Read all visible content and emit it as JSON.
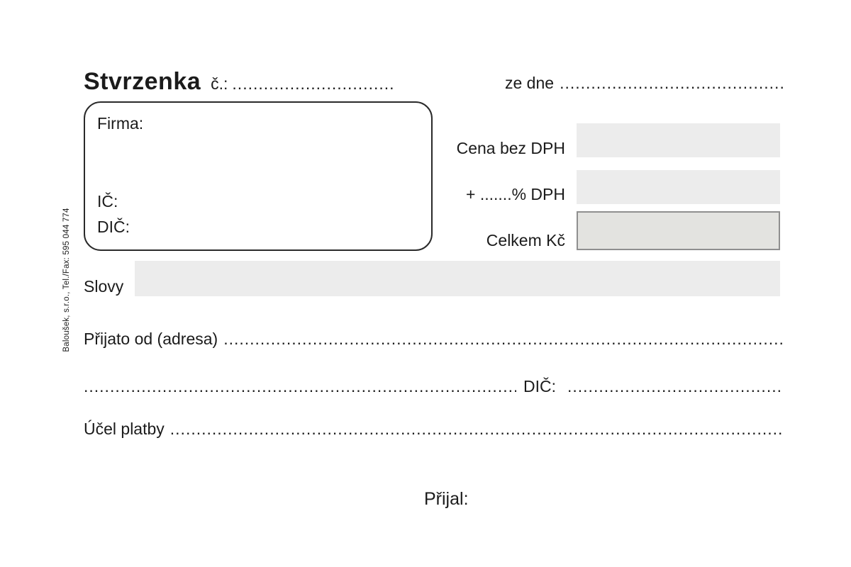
{
  "form": {
    "title": "Stvrzenka",
    "number_label": "č.:",
    "date_label": "ze dne",
    "company_box": {
      "firma_label": "Firma:",
      "ic_label": "IČ:",
      "dic_label": "DIČ:"
    },
    "amounts": {
      "cena_label": "Cena bez DPH",
      "dph_label": "+ .......% DPH",
      "celkem_label": "Celkem Kč",
      "cena_value": "",
      "dph_value": "",
      "celkem_value": ""
    },
    "slovy_label": "Slovy",
    "slovy_value": "",
    "prijato_label": "Přijato od (adresa)",
    "dic_label": "DIČ:",
    "ucel_label": "Účel platby",
    "prijal_label": "Přijal:",
    "printer_credit": "Baloušek, s.r.o., Tel./Fax: 595 044 774"
  },
  "dots": {
    "number": "...............................",
    "date": "......................................................................",
    "fill": "........................................................................................................................................................................"
  },
  "colors": {
    "field_bg": "#ececec",
    "total_bg": "#e3e3e0",
    "total_border": "#8f8f8f",
    "ink": "#1b1b1b",
    "paper": "#ffffff"
  }
}
